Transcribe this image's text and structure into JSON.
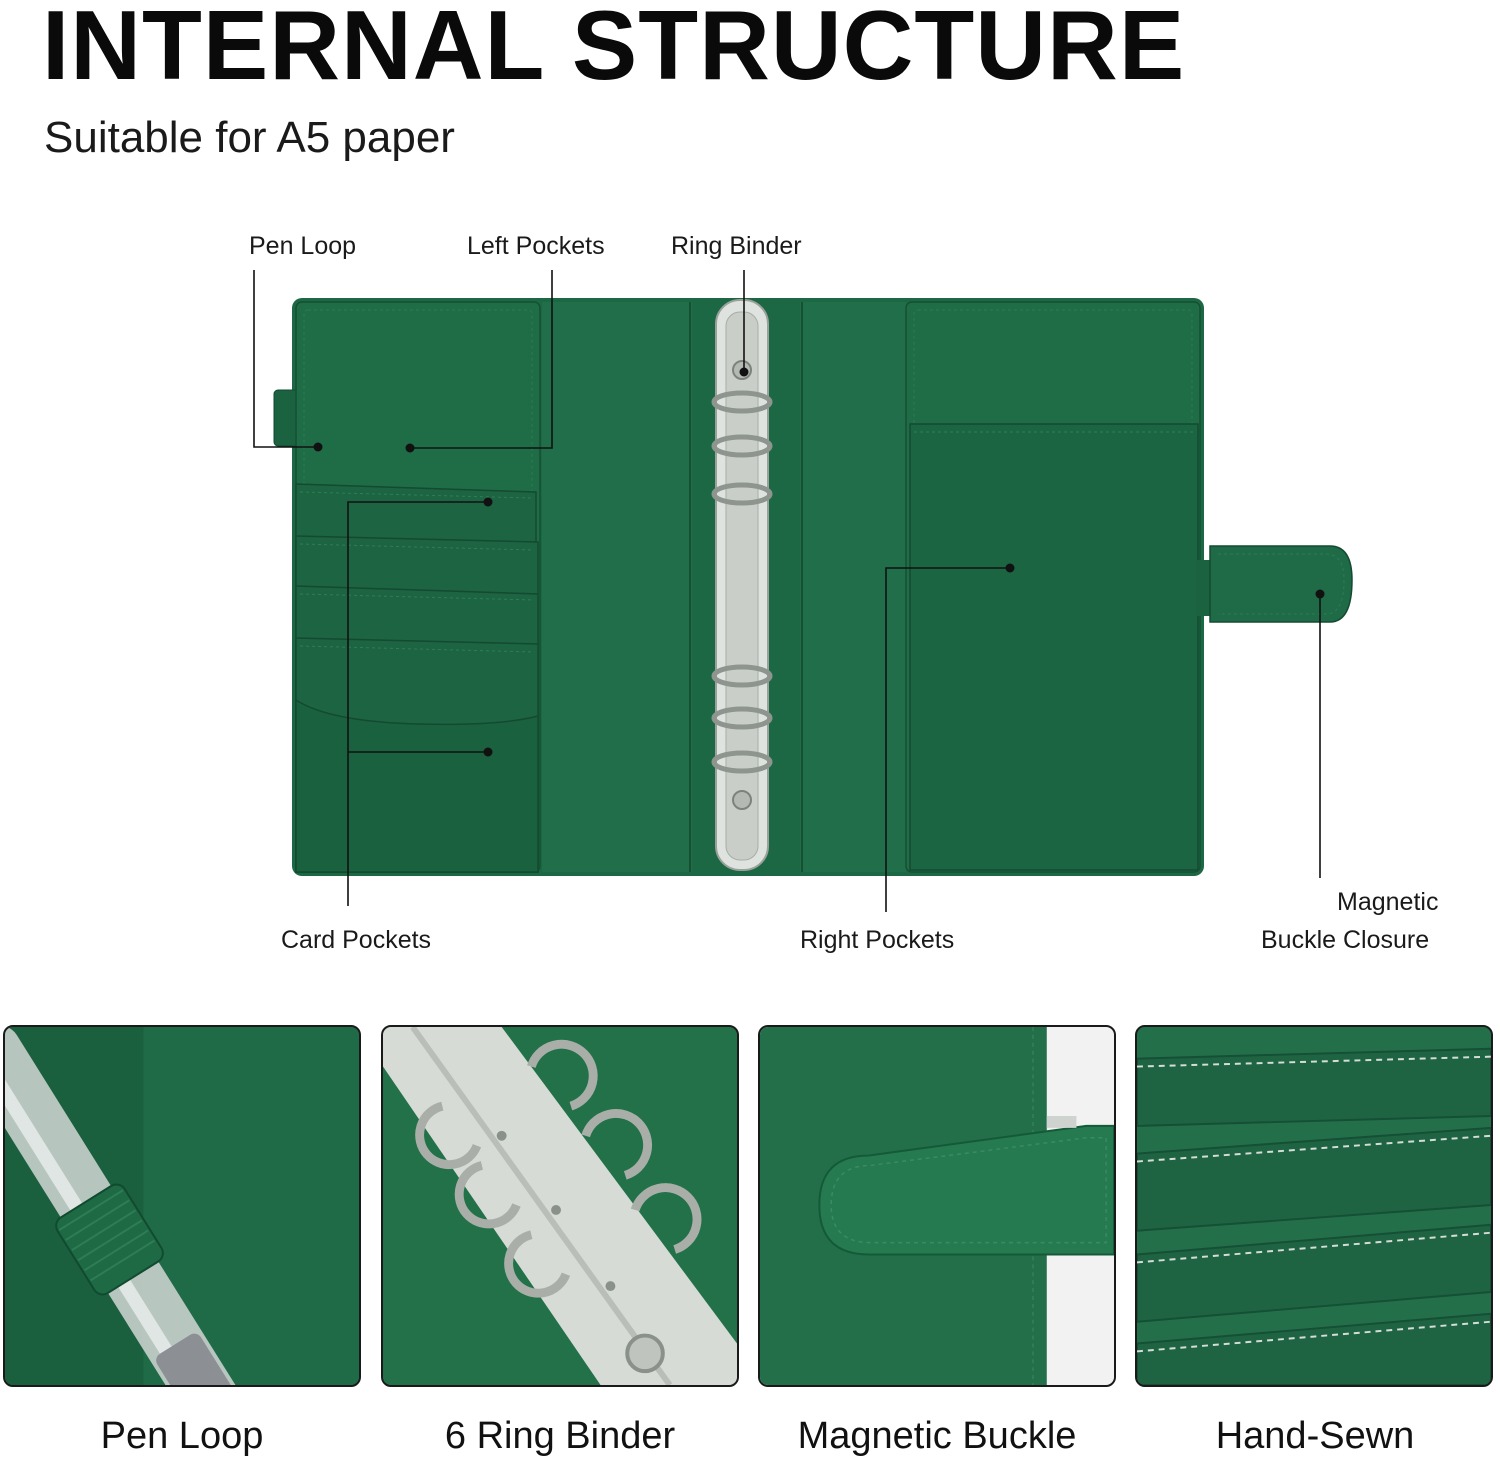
{
  "header": {
    "title": "INTERNAL STRUCTURE",
    "subtitle": "Suitable for A5 paper"
  },
  "callouts": {
    "pen_loop": "Pen Loop",
    "left_pockets": "Left Pockets",
    "ring_binder": "Ring Binder",
    "card_pockets": "Card Pockets",
    "right_pockets": "Right Pockets",
    "magnetic_line1": "Magnetic",
    "magnetic_line2": "Buckle Closure"
  },
  "features": [
    {
      "caption": "Pen Loop",
      "icon": "pen-loop-photo"
    },
    {
      "caption": "6 Ring Binder",
      "icon": "ring-binder-photo"
    },
    {
      "caption": "Magnetic Buckle",
      "icon": "magnetic-buckle-photo"
    },
    {
      "caption": "Hand-Sewn",
      "icon": "hand-sewn-photo"
    }
  ],
  "colors": {
    "leather": "#1e6a46",
    "leather_dark": "#15573a",
    "leather_light": "#2a7d55",
    "metal": "#d8dcd8",
    "text": "#111111"
  }
}
